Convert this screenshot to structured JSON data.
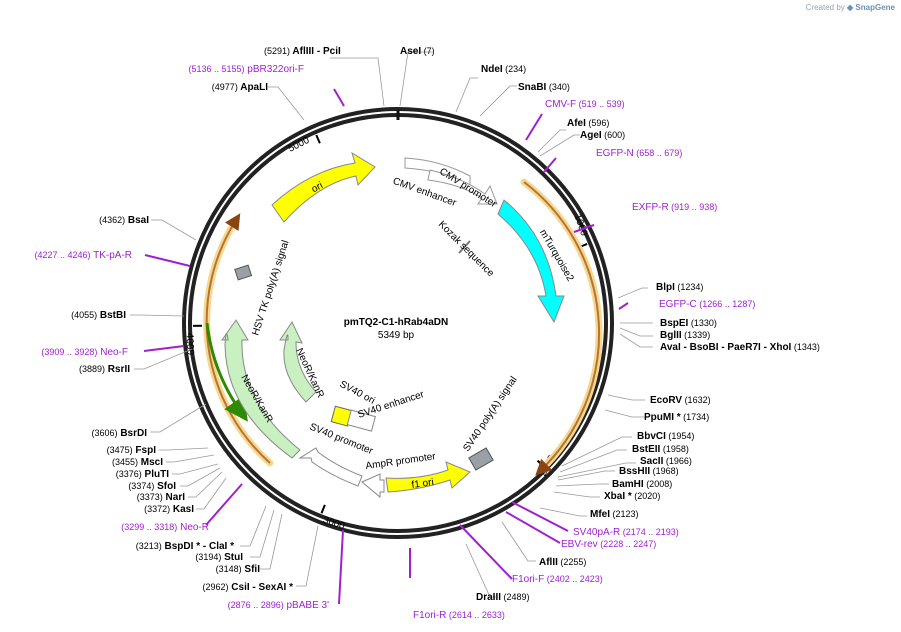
{
  "app": {
    "credit_prefix": "Created by",
    "credit_brand": "SnapGene"
  },
  "plasmid": {
    "name": "pmTQ2-C1-hRab4aDN",
    "size_label": "5349 bp",
    "length": 5349
  },
  "ticks": [
    "1000",
    "2000",
    "3000",
    "4000",
    "5000"
  ],
  "enzymes": [
    {
      "pos": "(5291)",
      "name": "AflIII",
      "extra": "- PciI"
    },
    {
      "pos": "(7)",
      "name": "AseI"
    },
    {
      "pos": "(234)",
      "name": "NdeI"
    },
    {
      "pos": "(340)",
      "name": "SnaBI"
    },
    {
      "pos": "(596)",
      "name": "AfeI"
    },
    {
      "pos": "(600)",
      "name": "AgeI"
    },
    {
      "pos": "(1234)",
      "name": "BlpI"
    },
    {
      "pos": "(1330)",
      "name": "BspEI"
    },
    {
      "pos": "(1339)",
      "name": "BglII"
    },
    {
      "pos": "(1343)",
      "name": "AvaI",
      "extra": "- BsoBI  - PaeR7I  - XhoI"
    },
    {
      "pos": "(1632)",
      "name": "EcoRV"
    },
    {
      "pos": "(1734)",
      "name": "PpuMI *"
    },
    {
      "pos": "(1954)",
      "name": "BbvCI"
    },
    {
      "pos": "(1958)",
      "name": "BstEII"
    },
    {
      "pos": "(1966)",
      "name": "SacII"
    },
    {
      "pos": "(1968)",
      "name": "BssHII"
    },
    {
      "pos": "(2008)",
      "name": "BamHI"
    },
    {
      "pos": "(2020)",
      "name": "XbaI *"
    },
    {
      "pos": "(2123)",
      "name": "MfeI"
    },
    {
      "pos": "(2255)",
      "name": "AflII"
    },
    {
      "pos": "(2489)",
      "name": "DraIII"
    },
    {
      "pos": "(4977)",
      "name": "ApaLI"
    },
    {
      "pos": "(4362)",
      "name": "BsaI"
    },
    {
      "pos": "(4055)",
      "name": "BstBI"
    },
    {
      "pos": "(3889)",
      "name": "RsrII"
    },
    {
      "pos": "(3606)",
      "name": "BsrDI"
    },
    {
      "pos": "(3475)",
      "name": "FspI"
    },
    {
      "pos": "(3455)",
      "name": "MscI"
    },
    {
      "pos": "(3376)",
      "name": "PluTI"
    },
    {
      "pos": "(3374)",
      "name": "SfoI"
    },
    {
      "pos": "(3373)",
      "name": "NarI"
    },
    {
      "pos": "(3372)",
      "name": "KasI"
    },
    {
      "pos": "(3213)",
      "name": "BspDI *",
      "extra": "- ClaI *"
    },
    {
      "pos": "(3194)",
      "name": "StuI"
    },
    {
      "pos": "(3148)",
      "name": "SfiI"
    },
    {
      "pos": "(2962)",
      "name": "CsiI",
      "extra": "- SexAI *"
    }
  ],
  "primers": [
    {
      "range": "(5136 .. 5155)",
      "name": "pBR322ori-F"
    },
    {
      "name": "CMV-F",
      "range": "(519 .. 539)"
    },
    {
      "name": "EGFP-N",
      "range": "(658 .. 679)"
    },
    {
      "name": "EXFP-R",
      "range": "(919 .. 938)"
    },
    {
      "name": "EGFP-C",
      "range": "(1266 .. 1287)"
    },
    {
      "name": "SV40pA-R",
      "range": "(2174 .. 2193)"
    },
    {
      "name": "EBV-rev",
      "range": "(2228 .. 2247)"
    },
    {
      "name": "F1ori-F",
      "range": "(2402 .. 2423)"
    },
    {
      "name": "F1ori-R",
      "range": "(2614 .. 2633)"
    },
    {
      "range": "(2876 .. 2896)",
      "name": "pBABE 3'"
    },
    {
      "range": "(3299 .. 3318)",
      "name": "Neo-R"
    },
    {
      "range": "(3909 .. 3928)",
      "name": "Neo-F"
    },
    {
      "range": "(4227 .. 4246)",
      "name": "TK-pA-R"
    }
  ],
  "features": {
    "cmv_enhancer": "CMV enhancer",
    "cmv_promoter": "CMV promoter",
    "kozak": "Kozak sequence",
    "mturquoise2": "mTurquoise2",
    "ori": "ori",
    "hsv_tk": "HSV TK poly(A) signal",
    "neo_inner": "NeoR/KanR",
    "neo_outer": "NeoR/KanR",
    "sv40_ori": "SV40 ori",
    "sv40_enhancer": "SV40 enhancer",
    "sv40_promoter": "SV40 promoter",
    "ampr_promoter": "AmpR promoter",
    "f1_ori": "f1 ori",
    "sv40_polya": "SV40 poly(A) signal"
  },
  "colors": {
    "backbone": "#222222",
    "primer": "#a020d0",
    "ori": "#ffff00",
    "mturquoise2": "#00ffff",
    "neor": "#c8f0c0",
    "orf": "#b87333",
    "orf_glow": "#f5d890"
  }
}
